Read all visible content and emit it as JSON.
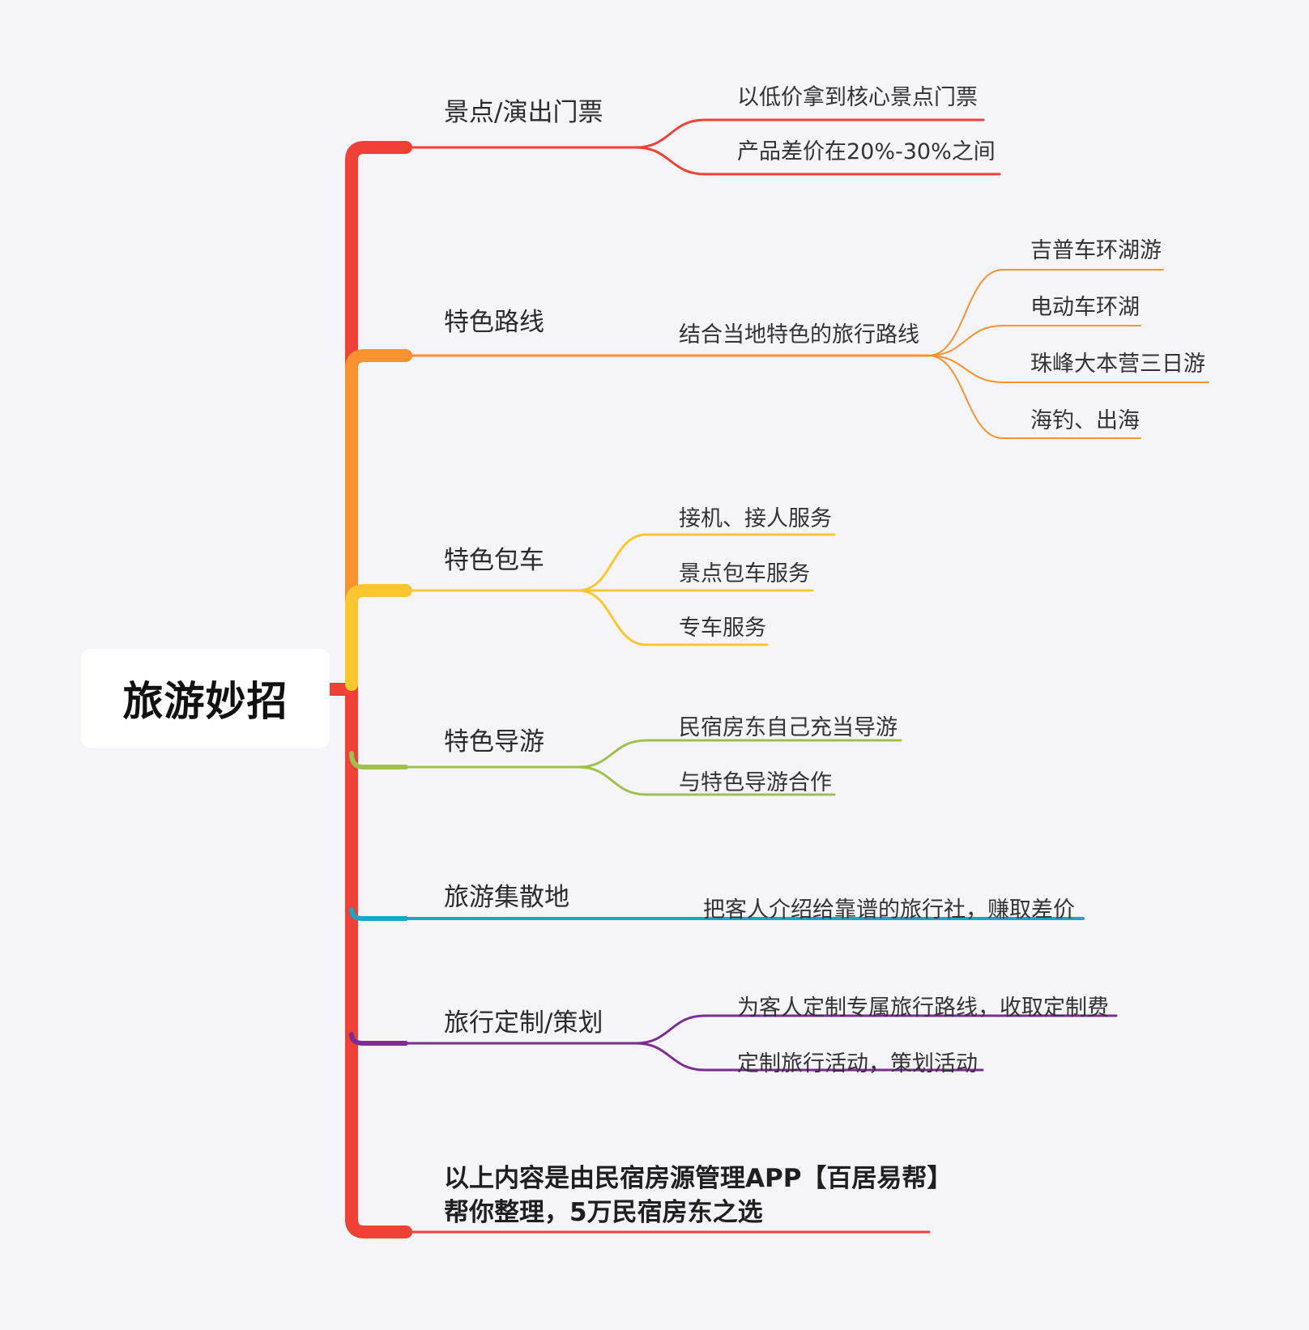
{
  "root": {
    "label": "旅游妙招"
  },
  "colors": {
    "red": "#ef4136",
    "orange": "#f7922e",
    "yellow": "#fcc630",
    "green": "#9dc14c",
    "cyan": "#17a8c8",
    "purple": "#7d2c91"
  },
  "branches": [
    {
      "label": "景点/演出门票",
      "color": "red",
      "children": [
        "以低价拿到核心景点门票",
        "产品差价在20%-30%之间"
      ]
    },
    {
      "label": "特色路线",
      "color": "orange",
      "children": [
        {
          "label": "结合当地特色的旅行路线",
          "children": [
            "吉普车环湖游",
            "电动车环湖",
            "珠峰大本营三日游",
            "海钓、出海"
          ]
        }
      ]
    },
    {
      "label": "特色包车",
      "color": "yellow",
      "children": [
        "接机、接人服务",
        "景点包车服务",
        "专车服务"
      ]
    },
    {
      "label": "特色导游",
      "color": "green",
      "children": [
        "民宿房东自己充当导游",
        "与特色导游合作"
      ]
    },
    {
      "label": "旅游集散地",
      "color": "cyan",
      "children": [
        "把客人介绍给靠谱的旅行社，赚取差价"
      ]
    },
    {
      "label": "旅行定制/策划",
      "color": "purple",
      "children": [
        "为客人定制专属旅行路线，收取定制费",
        "定制旅行活动，策划活动"
      ]
    },
    {
      "label": "以上内容是由民宿房源管理APP【百居易帮】帮你整理，5万民宿房东之选",
      "color": "red",
      "children": []
    }
  ]
}
